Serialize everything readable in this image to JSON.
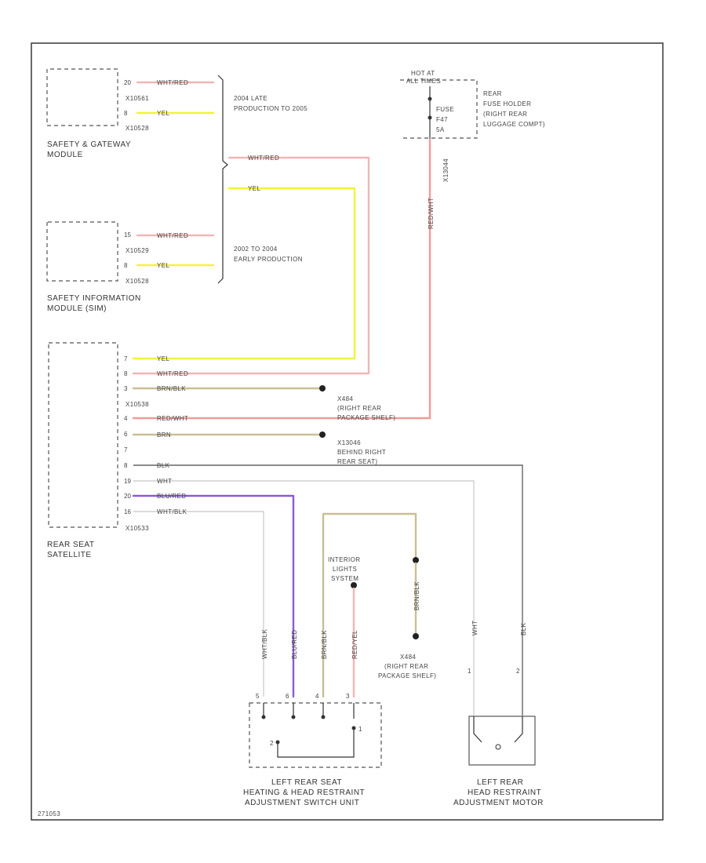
{
  "colors": {
    "yel": "#f2f23a",
    "wht_red": "#f3b5b5",
    "red_wht": "#f39a9a",
    "brn_blk": "#c9bf94",
    "brn": "#c9bf94",
    "blk": "#666666",
    "wht": "#cfcfcf",
    "blu_red": "#8a5ad6",
    "wht_blk": "#cfcfcf"
  },
  "components": {
    "sgm": {
      "label_line1": "SAFETY & GATEWAY",
      "label_line2": "MODULE"
    },
    "sim": {
      "label_line1": "SAFETY INFORMATION",
      "label_line2": "MODULE (SIM)"
    },
    "rss": {
      "label_line1": "REAR SEAT",
      "label_line2": "SATELLITE"
    },
    "fuse_holder": {
      "hot_line1": "HOT AT",
      "hot_line2": "ALL TIMES",
      "label_line1": "REAR",
      "label_line2": "FUSE HOLDER",
      "label_line3": "(RIGHT REAR",
      "label_line4": "LUGGAGE COMPT)",
      "fuse_line1": "FUSE",
      "fuse_line2": "F47",
      "fuse_line3": "5A"
    },
    "switch_unit": {
      "label_line1": "LEFT REAR SEAT",
      "label_line2": "HEATING & HEAD RESTRAINT",
      "label_line3": "ADJUSTMENT SWITCH UNIT"
    },
    "motor": {
      "label_line1": "LEFT REAR",
      "label_line2": "HEAD RESTRAINT",
      "label_line3": "ADJUSTMENT MOTOR"
    },
    "interior_lights": {
      "line1": "INTERIOR",
      "line2": "LIGHTS",
      "line3": "SYSTEM"
    }
  },
  "notes": {
    "late_line1": "2004 LATE",
    "late_line2": "PRODUCTION TO 2005",
    "early_line1": "2002 TO 2004",
    "early_line2": "EARLY PRODUCTION"
  },
  "grounds": {
    "g1_line1": "X484",
    "g1_line2": "(RIGHT REAR",
    "g1_line3": "PACKAGE SHELF)",
    "g2_line1": "X13046",
    "g2_line2": "BEHIND RIGHT",
    "g2_line3": "REAR SEAT)",
    "g3_line1": "X484",
    "g3_line2": "(RIGHT REAR",
    "g3_line3": "PACKAGE SHELF)"
  },
  "pins": {
    "sgm_p1": "20",
    "sgm_c1": "X10561",
    "sgm_p2": "8",
    "sgm_c2": "X10528",
    "sim_p1": "15",
    "sim_c1": "X10529",
    "sim_p2": "8",
    "sim_c2": "X10528",
    "rss_p1": "7",
    "rss_p2": "8",
    "rss_p3": "3",
    "rss_c1": "X10538",
    "rss_p4": "4",
    "rss_p5": "6",
    "rss_p6": "7",
    "rss_p7": "8",
    "rss_p8": "19",
    "rss_p9": "20",
    "rss_p10": "16",
    "rss_c2": "X10533",
    "fuse_conn": "X13044",
    "sw_p1": "5",
    "sw_p2": "6",
    "sw_p3": "4",
    "sw_p4": "3",
    "sw_p5": "1",
    "sw_p6": "2",
    "mot_p1": "1",
    "mot_p2": "2"
  },
  "wires": {
    "sgm_w1": "WHT/RED",
    "sgm_w2": "YEL",
    "sim_w1": "WHT/RED",
    "sim_w2": "YEL",
    "bus_w1": "WHT/RED",
    "bus_w2": "YEL",
    "fuse_w": "RED/WHT",
    "rss_w1": "YEL",
    "rss_w2": "WHT/RED",
    "rss_w3": "BRN/BLK",
    "rss_w4": "RED/WHT",
    "rss_w5": "BRN",
    "rss_w6": "BLK",
    "rss_w7": "WHT",
    "rss_w8": "BLU/RED",
    "rss_w9": "WHT/BLK",
    "sw_w1": "WHT/BLK",
    "sw_w2": "BLU/RED",
    "sw_w3": "BRN/BLK",
    "sw_w4": "RED/YEL",
    "il_w": "BRN/BLK",
    "mot_w1": "WHT",
    "mot_w2": "BLK"
  },
  "footer": {
    "code": "271053"
  }
}
